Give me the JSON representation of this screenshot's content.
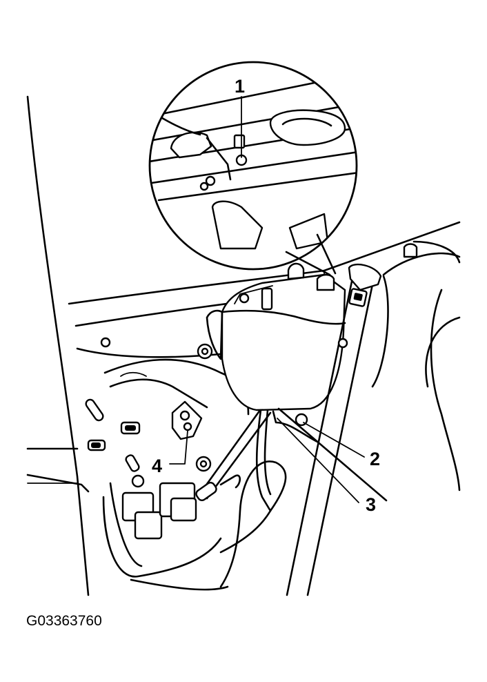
{
  "figure": {
    "callouts": [
      {
        "id": "1",
        "label": "1"
      },
      {
        "id": "2",
        "label": "2"
      },
      {
        "id": "3",
        "label": "3"
      },
      {
        "id": "4",
        "label": "4"
      }
    ],
    "figure_code": "G03363760"
  }
}
